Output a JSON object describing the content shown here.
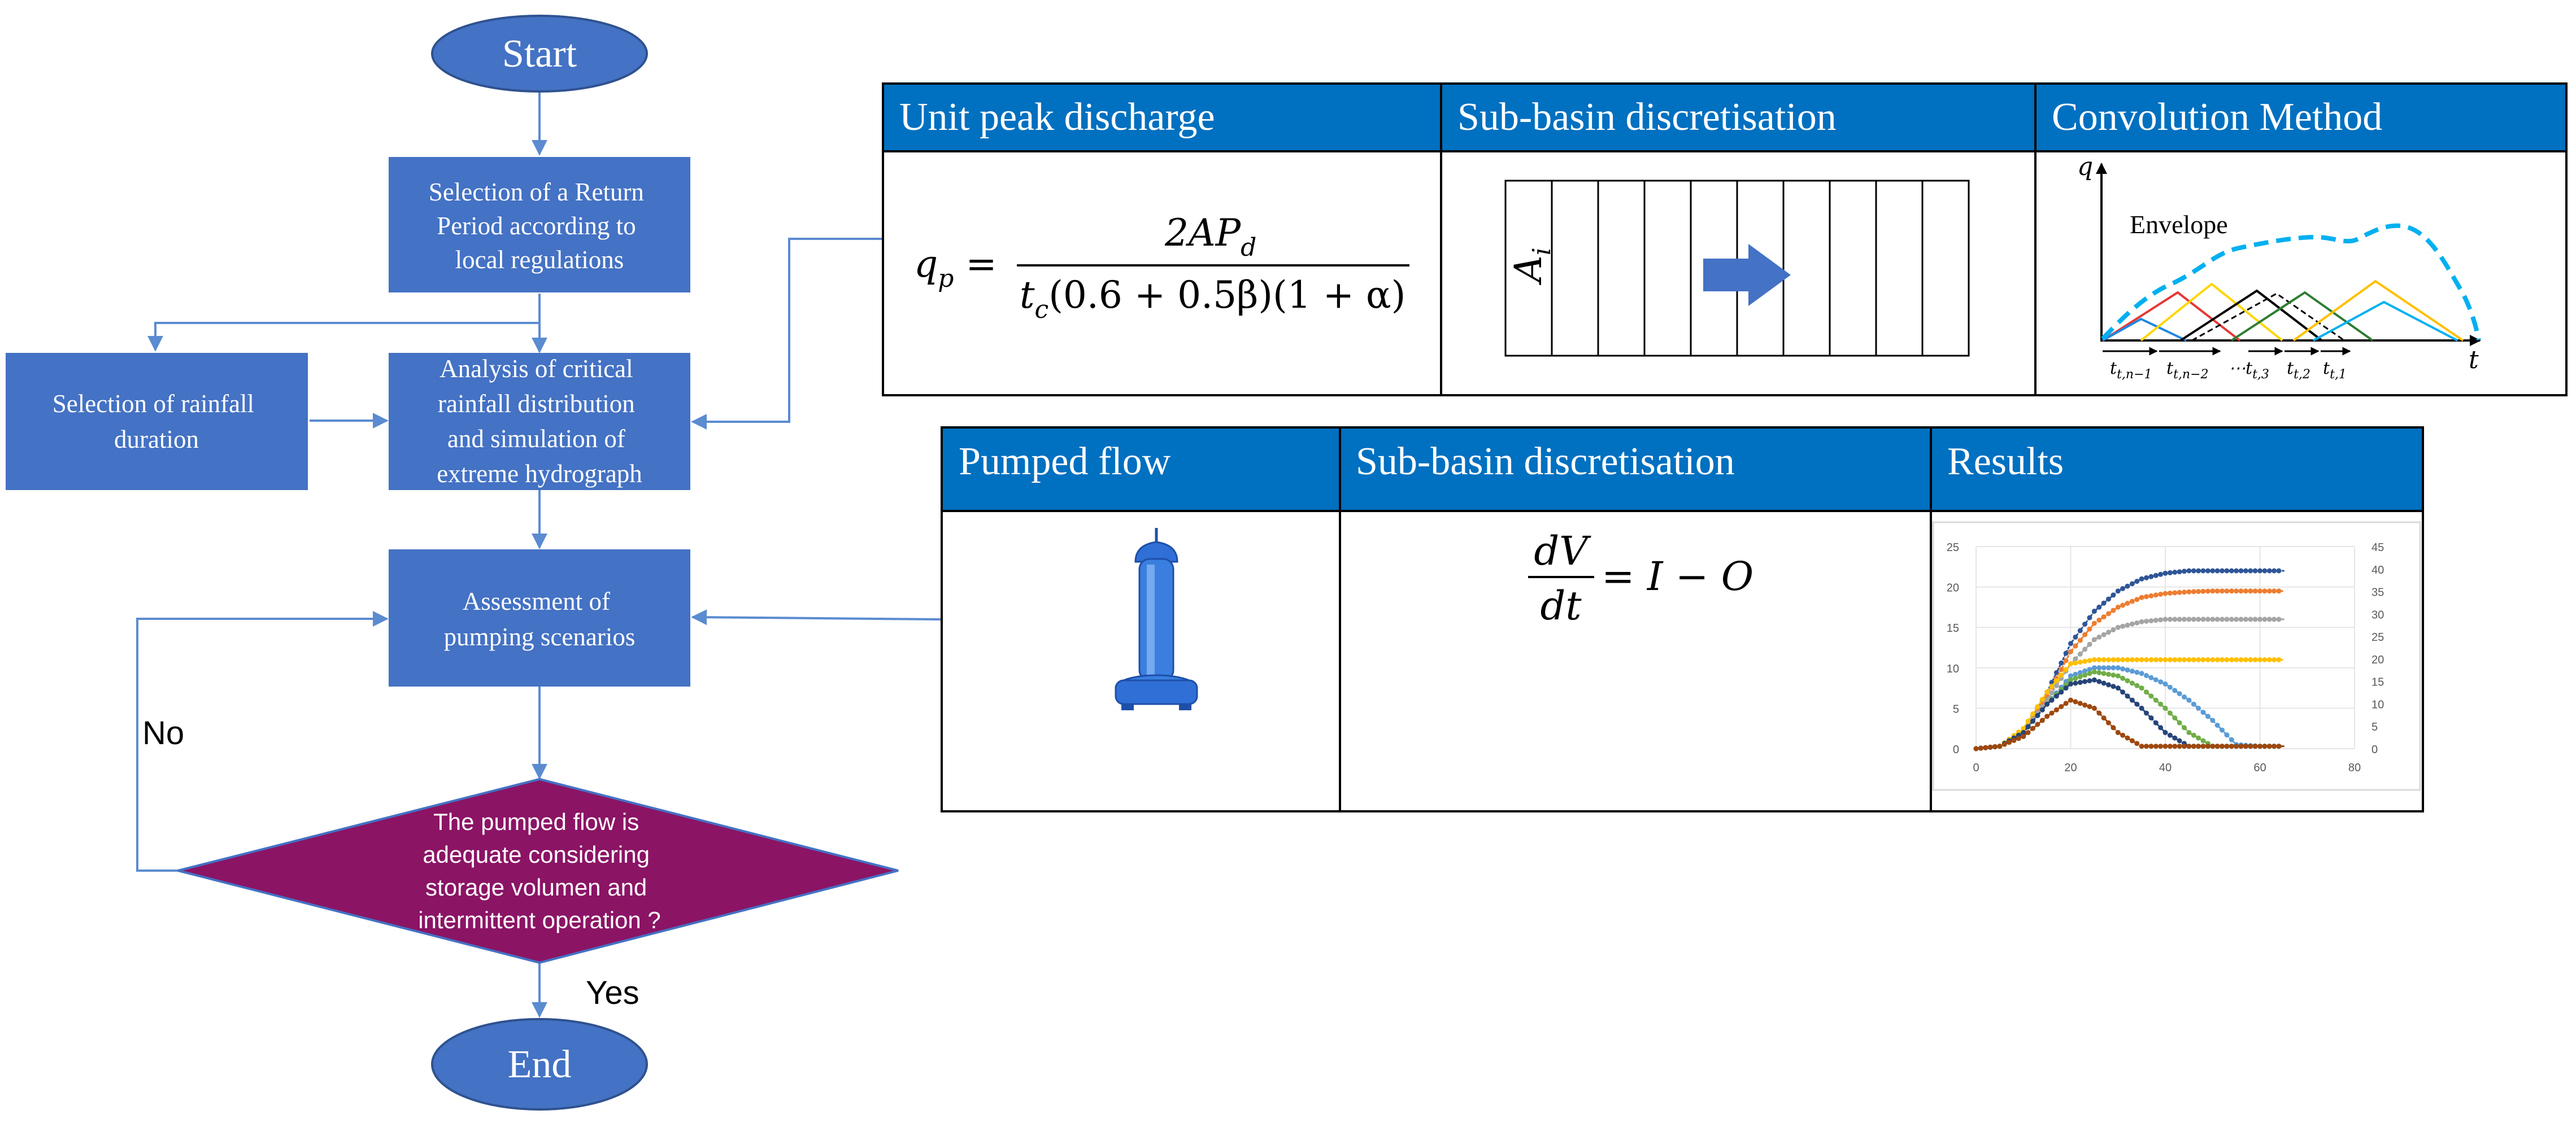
{
  "flowchart": {
    "start": "Start",
    "select_return_period": [
      "Selection of a Return",
      "Period according to",
      "local regulations"
    ],
    "select_rainfall_duration": [
      "Selection of rainfall",
      "duration"
    ],
    "analysis": [
      "Analysis of critical",
      "rainfall distribution",
      "and simulation of",
      "extreme hydrograph"
    ],
    "assessment": [
      "Assessment of",
      "pumping scenarios"
    ],
    "decision": [
      "The pumped flow is",
      "adequate considering",
      "storage volumen and",
      "intermittent operation ?"
    ],
    "no_label": "No",
    "yes_label": "Yes",
    "end": "End"
  },
  "top_table": {
    "headers": [
      "Unit peak discharge",
      "Sub-basin discretisation",
      "Convolution Method"
    ],
    "formula": {
      "lhs": "q",
      "lhs_sub": "p",
      "numerator": "2AP",
      "numerator_sub": "d",
      "denominator_a": "t",
      "denominator_sub": "c",
      "denominator_b": "(0.6 + 0.5β)(1 + α)"
    },
    "subbasin_label": "A",
    "subbasin_label_sub": "i",
    "convolution": {
      "q_label": "q",
      "t_label": "t",
      "envelope_label": "Envelope",
      "segment_labels": [
        "t",
        "t",
        "⋯t",
        "t",
        "t"
      ],
      "segment_subs": [
        "t,n−1",
        "t,n−2",
        "t,3",
        "t,2",
        "t,1"
      ]
    }
  },
  "bottom_table": {
    "headers": [
      "Pumped flow",
      "Sub-basin discretisation",
      "Results"
    ],
    "equation": {
      "numerator": "dV",
      "denominator": "dt",
      "rhs": "= I − O"
    },
    "results_chart": {
      "left_ticks": [
        "25",
        "20",
        "15",
        "10",
        "5",
        "0"
      ],
      "right_ticks": [
        "45",
        "40",
        "35",
        "30",
        "25",
        "20",
        "15",
        "10",
        "5",
        "0"
      ],
      "x_ticks": [
        "0",
        "20",
        "40",
        "60",
        "80"
      ]
    }
  },
  "colors": {
    "flow_box": "#4472c4",
    "decision": "#8b1465",
    "header": "#0070c0",
    "connector": "#5b8bd0",
    "series": [
      "#2e5597",
      "#ed7d31",
      "#a5a5a5",
      "#ffc000",
      "#5b9bd5",
      "#70ad47",
      "#264478",
      "#9e480e"
    ]
  },
  "chart_data": {
    "type": "line",
    "x": [
      0,
      5,
      10,
      15,
      20,
      25,
      30,
      35,
      40,
      45,
      50,
      55,
      60,
      65
    ],
    "xlim": [
      0,
      80
    ],
    "ylim": [
      0,
      25
    ],
    "y2lim": [
      0,
      45
    ],
    "series": [
      {
        "values": [
          0,
          0.3,
          2,
          7,
          13,
          17,
          19.5,
          21,
          21.7,
          22,
          22,
          22,
          22,
          22
        ]
      },
      {
        "values": [
          0,
          0.3,
          2,
          6.5,
          12,
          15.5,
          17.5,
          18.7,
          19.2,
          19.4,
          19.5,
          19.5,
          19.5,
          19.5
        ]
      },
      {
        "values": [
          0,
          0.3,
          2,
          6,
          10.5,
          13.5,
          15,
          15.7,
          16,
          16,
          16,
          16,
          16,
          16
        ]
      },
      {
        "values": [
          0,
          0.3,
          2.5,
          7,
          10.5,
          11,
          11,
          11,
          11,
          11,
          11,
          11,
          11,
          11
        ]
      },
      {
        "values": [
          0,
          0.3,
          2,
          5.5,
          9,
          10,
          10,
          9.3,
          8,
          6,
          3.5,
          0.5,
          0.3,
          0.3
        ]
      },
      {
        "values": [
          0,
          0.3,
          2,
          5.5,
          8.5,
          9.5,
          9,
          7.5,
          5,
          2,
          0.3,
          0.3,
          0.3,
          0.3
        ]
      },
      {
        "values": [
          0,
          0.3,
          2,
          5.5,
          8,
          8.5,
          7.5,
          5,
          2,
          0.3,
          0.3,
          0.3,
          0.3,
          0.3
        ]
      },
      {
        "values": [
          0,
          0.3,
          1.5,
          4,
          6,
          5,
          2,
          0.3,
          0.3,
          0.3,
          0.3,
          0.3,
          0.3,
          0.3
        ]
      }
    ]
  }
}
